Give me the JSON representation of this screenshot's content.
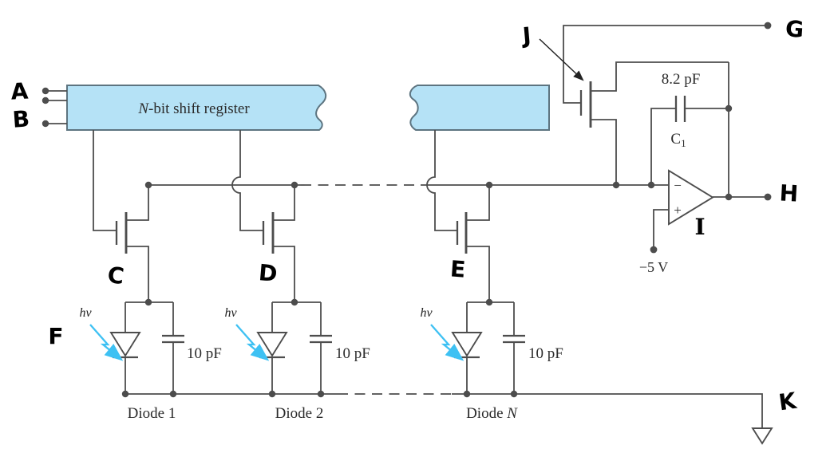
{
  "register": {
    "n": "N",
    "rest": "-bit shift register"
  },
  "annotations": {
    "a": "A",
    "b": "B",
    "c": "C",
    "d": "D",
    "e": "E",
    "f": "F",
    "g": "G",
    "h": "H",
    "i": "I",
    "j": "J",
    "k": "K"
  },
  "feedback_cap": {
    "value": "8.2 pF",
    "name": "C",
    "subscript": "1"
  },
  "opamp": {
    "inverting": "−",
    "noninverting": "+",
    "supply": "−5 V"
  },
  "cells": [
    {
      "light": "hν",
      "cap": "10 pF",
      "label": "Diode ",
      "id": "1"
    },
    {
      "light": "hν",
      "cap": "10 pF",
      "label": "Diode ",
      "id": "2"
    },
    {
      "light": "hν",
      "cap": "10 pF",
      "label": "Diode ",
      "id": "N"
    }
  ],
  "colors": {
    "wire": "#4d4d4d",
    "text": "#2b2b2b",
    "annotation": "#000000",
    "register_fill": "#b5e2f6",
    "register_stroke": "#5d7480",
    "light_ray": "#3ec1f3"
  }
}
